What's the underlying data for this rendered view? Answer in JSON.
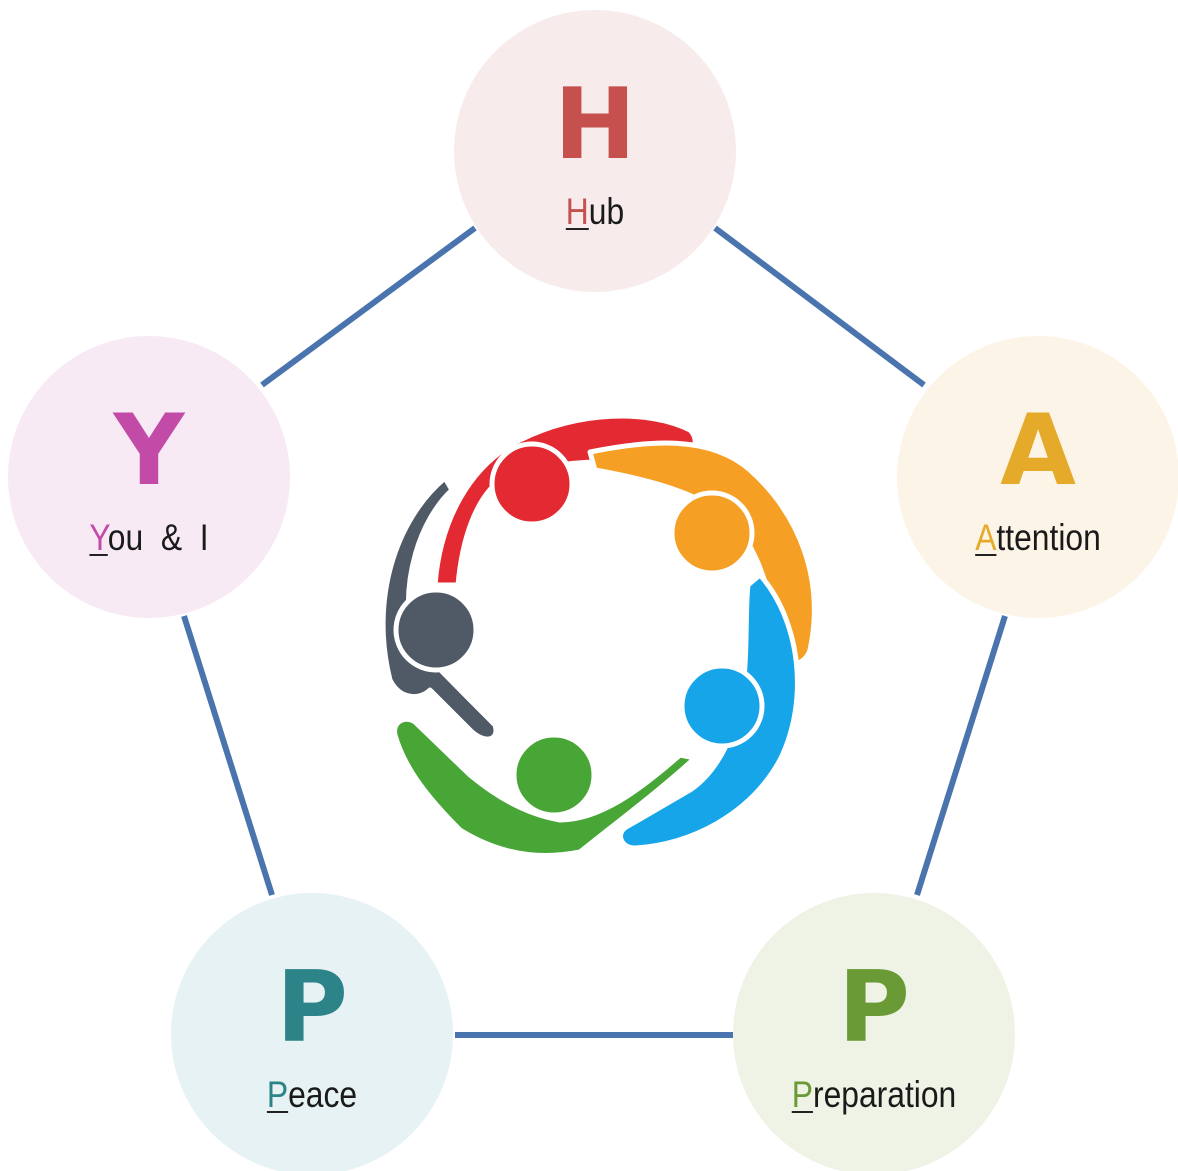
{
  "colors": {
    "edge": "#4a74ae",
    "white": "#ffffff"
  },
  "nodes": [
    {
      "id": "h",
      "letter": "H",
      "initial": "H",
      "rest": "ub",
      "color": "#c5504e",
      "bg": "#f7eceb"
    },
    {
      "id": "a",
      "letter": "A",
      "initial": "A",
      "rest": "ttention",
      "color": "#e6aa2a",
      "bg": "#fcf4e7"
    },
    {
      "id": "p2",
      "letter": "P",
      "initial": "P",
      "rest": "reparation",
      "color": "#6a9a35",
      "bg": "#eef3e6"
    },
    {
      "id": "p1",
      "letter": "P",
      "initial": "P",
      "rest": "eace",
      "color": "#2c8489",
      "bg": "#e6f2f3"
    },
    {
      "id": "y",
      "letter": "Y",
      "initial": "Y",
      "rest": "ou  &  I",
      "color": "#c24ba7",
      "bg": "#f8eaf4"
    }
  ],
  "people_icon": {
    "name": "people-circle-icon",
    "figures": [
      {
        "name": "red-person",
        "color": "#e32a32"
      },
      {
        "name": "orange-person",
        "color": "#f5a025"
      },
      {
        "name": "blue-person",
        "color": "#15a5e8"
      },
      {
        "name": "green-person",
        "color": "#47a636"
      },
      {
        "name": "gray-person",
        "color": "#4f5a66"
      }
    ]
  }
}
